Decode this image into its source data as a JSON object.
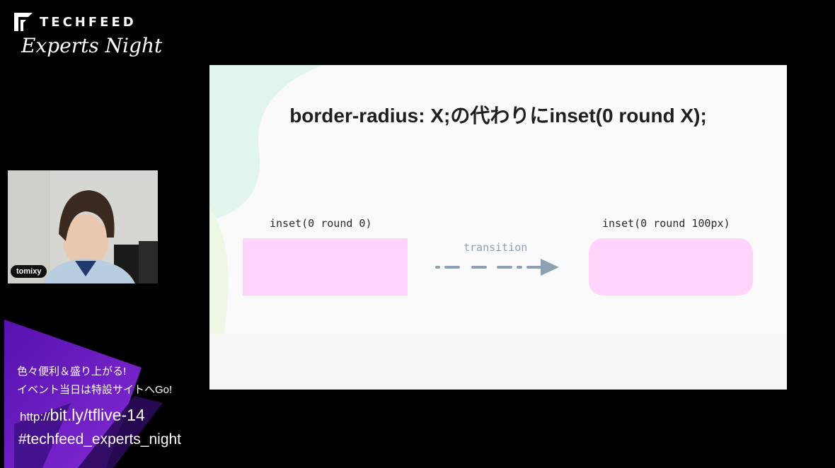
{
  "brand": {
    "name": "TECHFEED",
    "subtitle": "Experts Night",
    "logo_icon": "techfeed-logo-mark"
  },
  "webcam": {
    "speaker_name": "tomixy"
  },
  "promo": {
    "line1": "色々便利＆盛り上がる!",
    "line2": "イベント当日は特設サイトへGo!",
    "url_prefix": "http://",
    "url_main": "bit.ly/tflive-14",
    "hashtag": "#techfeed_experts_night"
  },
  "slide": {
    "title": "border-radius: X;の代わりにinset(0 round X);",
    "left_label": "inset(0 round 0)",
    "right_label": "inset(0 round 100px)",
    "transition_label": "transition",
    "box_color": "#ffd4fc",
    "arrow_color": "#8ea0b4"
  },
  "colors": {
    "background": "#000000",
    "accent_purple": "#6a1fd0"
  }
}
